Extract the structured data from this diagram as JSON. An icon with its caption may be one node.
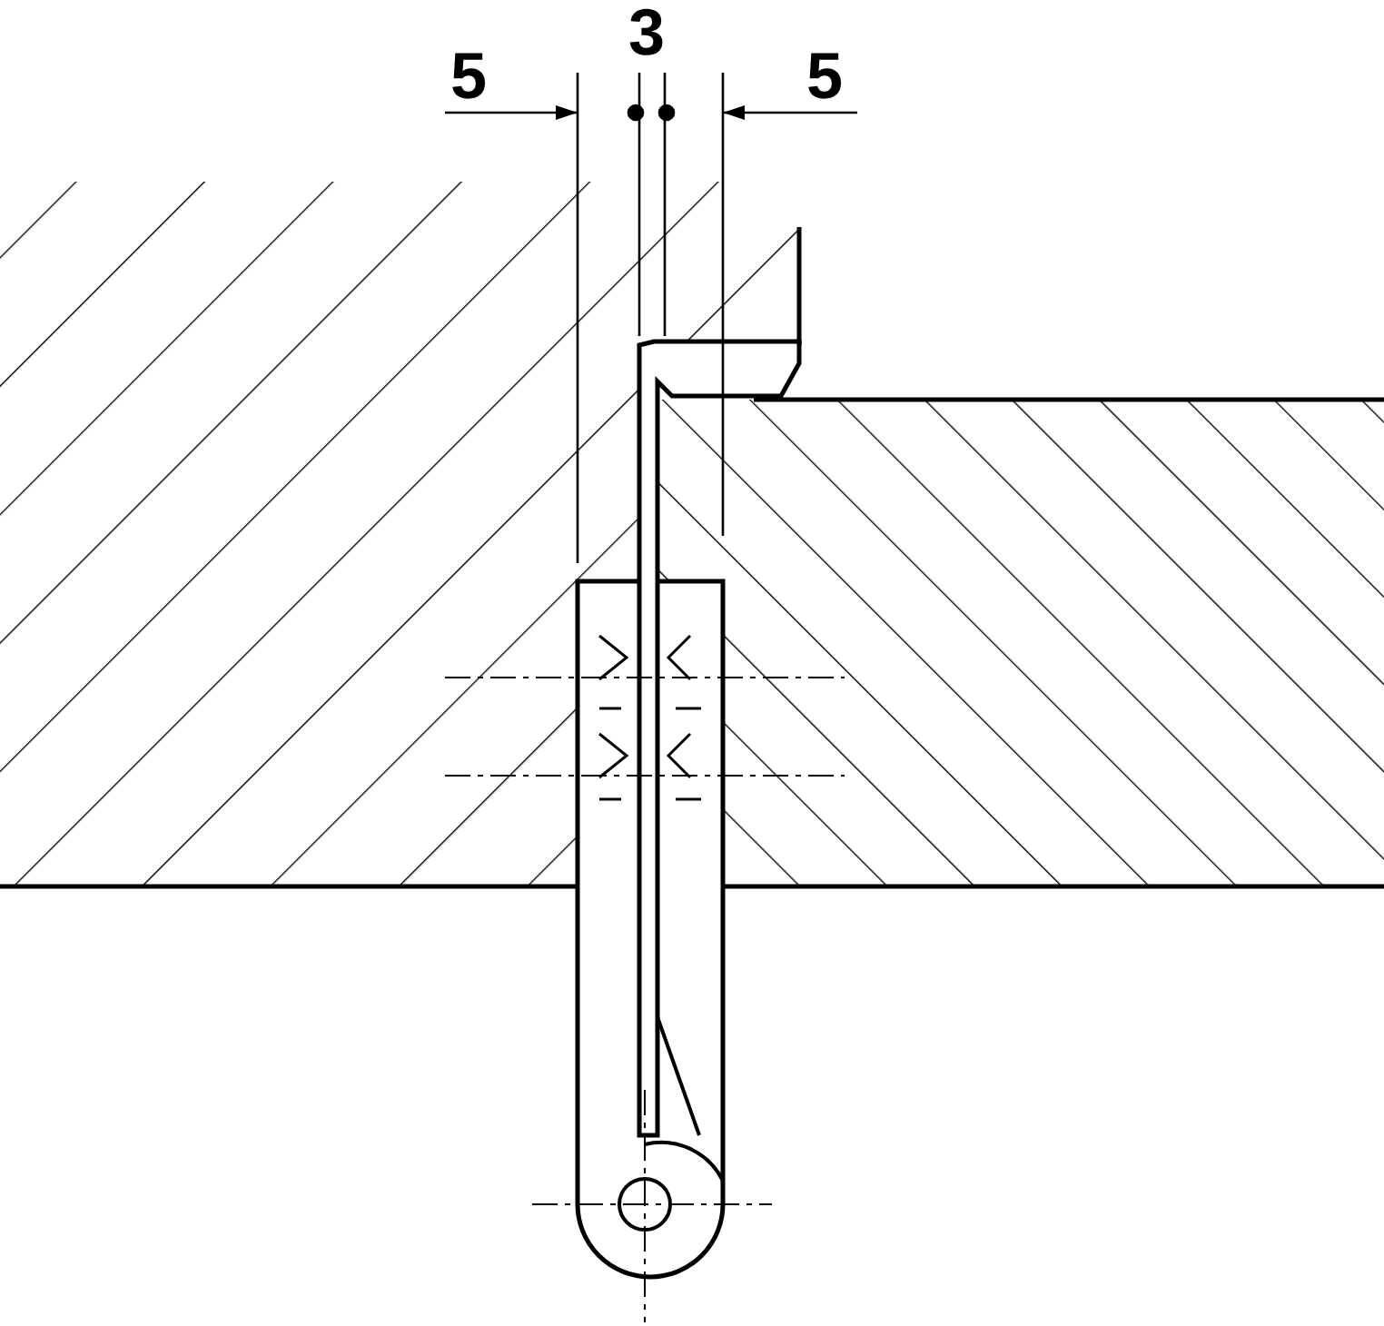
{
  "diagram": {
    "labels": [
      "5",
      "3",
      "5"
    ]
  }
}
